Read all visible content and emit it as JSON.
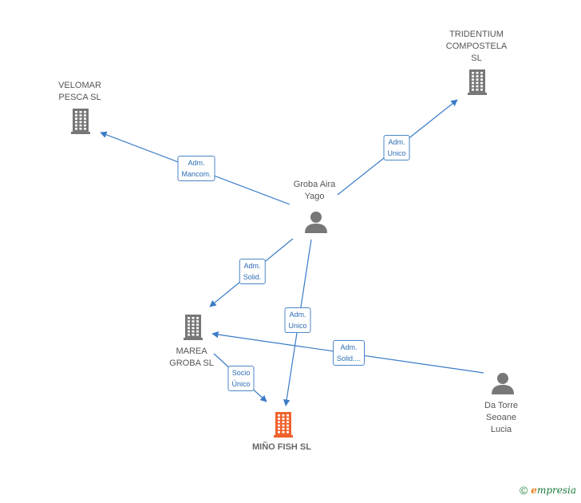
{
  "nodes": [
    {
      "id": "velomar",
      "label": "VELOMAR\nPESCA  SL",
      "type": "company",
      "color": "#777777"
    },
    {
      "id": "tridentium",
      "label": "TRIDENTIUM\nCOMPOSTELA\nSL",
      "type": "company",
      "color": "#777777"
    },
    {
      "id": "groba",
      "label": "Groba Aira\nYago",
      "type": "person",
      "color": "#777777"
    },
    {
      "id": "marea",
      "label": "MAREA\nGROBA  SL",
      "type": "company",
      "color": "#777777"
    },
    {
      "id": "mino",
      "label": "MIÑO FISH  SL",
      "type": "company",
      "color": "#f0622d",
      "main": true
    },
    {
      "id": "datorre",
      "label": "Da Torre\nSeoane\nLucia",
      "type": "person",
      "color": "#777777"
    }
  ],
  "edges": [
    {
      "from": "groba",
      "to": "velomar",
      "label": "Adm.\nMancom."
    },
    {
      "from": "groba",
      "to": "tridentium",
      "label": "Adm.\nUnico"
    },
    {
      "from": "groba",
      "to": "marea",
      "label": "Adm.\nSolid."
    },
    {
      "from": "groba",
      "to": "mino",
      "label": "Adm.\nUnico"
    },
    {
      "from": "datorre",
      "to": "marea",
      "label": "Adm.\nSolid...."
    },
    {
      "from": "marea",
      "to": "mino",
      "label": "Socio\nÚnico"
    }
  ],
  "colors": {
    "edge": "#3a7cc7",
    "accent": "#f0622d"
  },
  "footer": {
    "copyright": "©",
    "brand_e": "e",
    "brand_rest": "mpresia"
  }
}
